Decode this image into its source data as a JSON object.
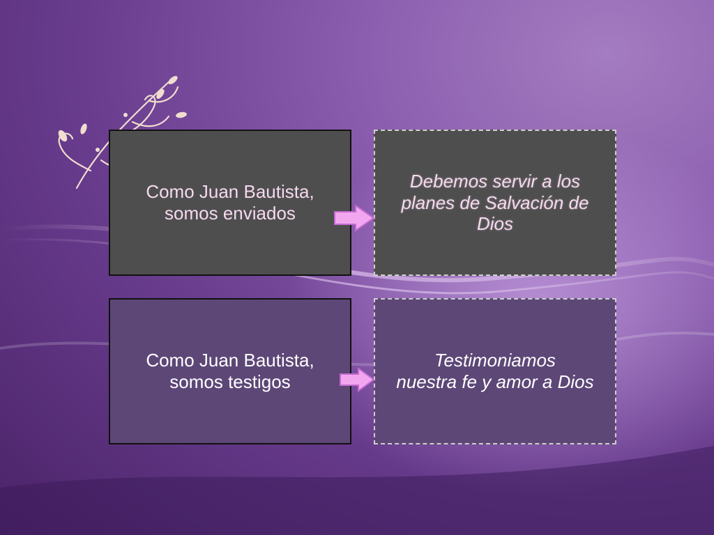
{
  "colors": {
    "dark_box": "#4e4e4e",
    "purple_box": "#5d4777",
    "pink_text": "#f6d9ef",
    "arrow_fill": "#f2a6f0",
    "arrow_border": "#c26ad0"
  },
  "diagram": {
    "boxes": [
      {
        "id": "box-a",
        "text": "Como Juan Bautista,\nsomos enviados"
      },
      {
        "id": "box-b",
        "text": "Debemos servir a los\nplanes de Salvación de\nDios"
      },
      {
        "id": "box-c",
        "text": "Como Juan Bautista,\nsomos testigos"
      },
      {
        "id": "box-d",
        "text": "Testimoniamos\nnuestra fe y amor a Dios"
      }
    ],
    "arrows": [
      {
        "from": "box-a",
        "to": "box-b",
        "icon": "right-arrow-icon"
      },
      {
        "from": "box-c",
        "to": "box-d",
        "icon": "right-arrow-icon"
      }
    ],
    "ornament_icon": "floral-swirl-icon"
  }
}
